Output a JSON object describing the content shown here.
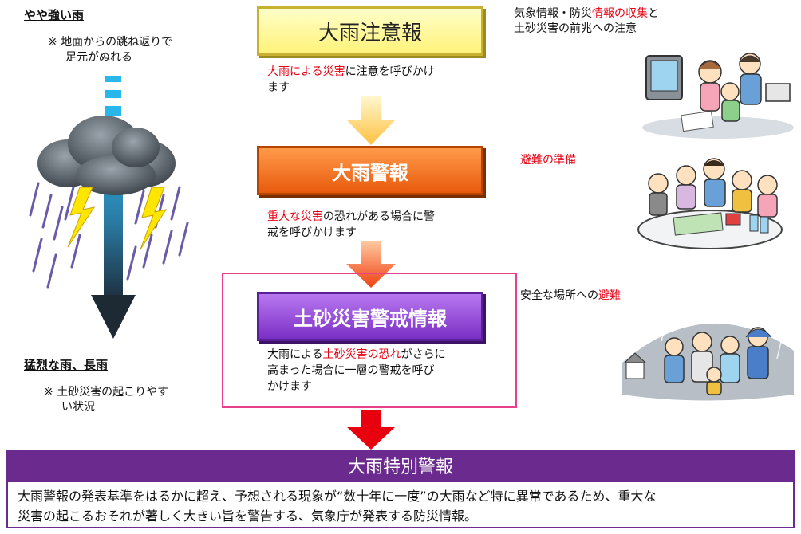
{
  "left": {
    "top_label": "やや強い雨",
    "top_note_mark": "※",
    "top_note_line1": "地面からの跳ね返りで",
    "top_note_line2": "足元がぬれる",
    "bottom_label": "猛烈な雨、長雨",
    "bottom_note_mark": "※",
    "bottom_note_line1": "土砂災害の起こりやす",
    "bottom_note_line2": "い状況"
  },
  "center": {
    "advisory": {
      "title": "大雨注意報",
      "desc_red": "大雨による災害",
      "desc_rest": "に注意を呼びかけ",
      "desc_line2": "ます"
    },
    "warning": {
      "title": "大雨警報",
      "desc_red": "重大な災害",
      "desc_rest": "の恐れがある場合に警",
      "desc_line2": "戒を呼びかけます"
    },
    "sediment": {
      "title": "土砂災害警戒情報",
      "desc_pre": "大雨による",
      "desc_red": "土砂災害の恐れ",
      "desc_rest": "がさらに",
      "desc_line2": "高まった場合に一層の警戒を呼び",
      "desc_line3": "かけます"
    }
  },
  "right": {
    "advisory_pre": "気象情報・防災",
    "advisory_red": "情報の収集",
    "advisory_post": "と",
    "advisory_line2": "土砂災害の前兆への注意",
    "warning_red": "避難の準備",
    "sediment_pre": "安全な場所への",
    "sediment_red": "避難"
  },
  "bottom": {
    "title": "大雨特別警報",
    "line1": "大雨警報の発表基準をはるかに超え、予想される現象が“数十年に一度”の大雨など特に異常であるため、重大な",
    "line2": "災害の起こるおそれが著しく大きい旨を警告する、気象庁が発表する防災情報。"
  },
  "colors": {
    "advisory_box": "#fff27a",
    "warning_box": "#e85a0c",
    "sediment_box": "#7a2fc4",
    "special_box": "#6b2a8e",
    "emphasis_red": "#e60012",
    "frame_pink": "#e8408a"
  },
  "icons": [
    "storm-cloud-icon",
    "lightning-bolt-icon",
    "rain-intensity-arrow-icon",
    "family-watching-tv-illustration",
    "family-preparing-illustration",
    "evacuation-in-rain-illustration"
  ]
}
